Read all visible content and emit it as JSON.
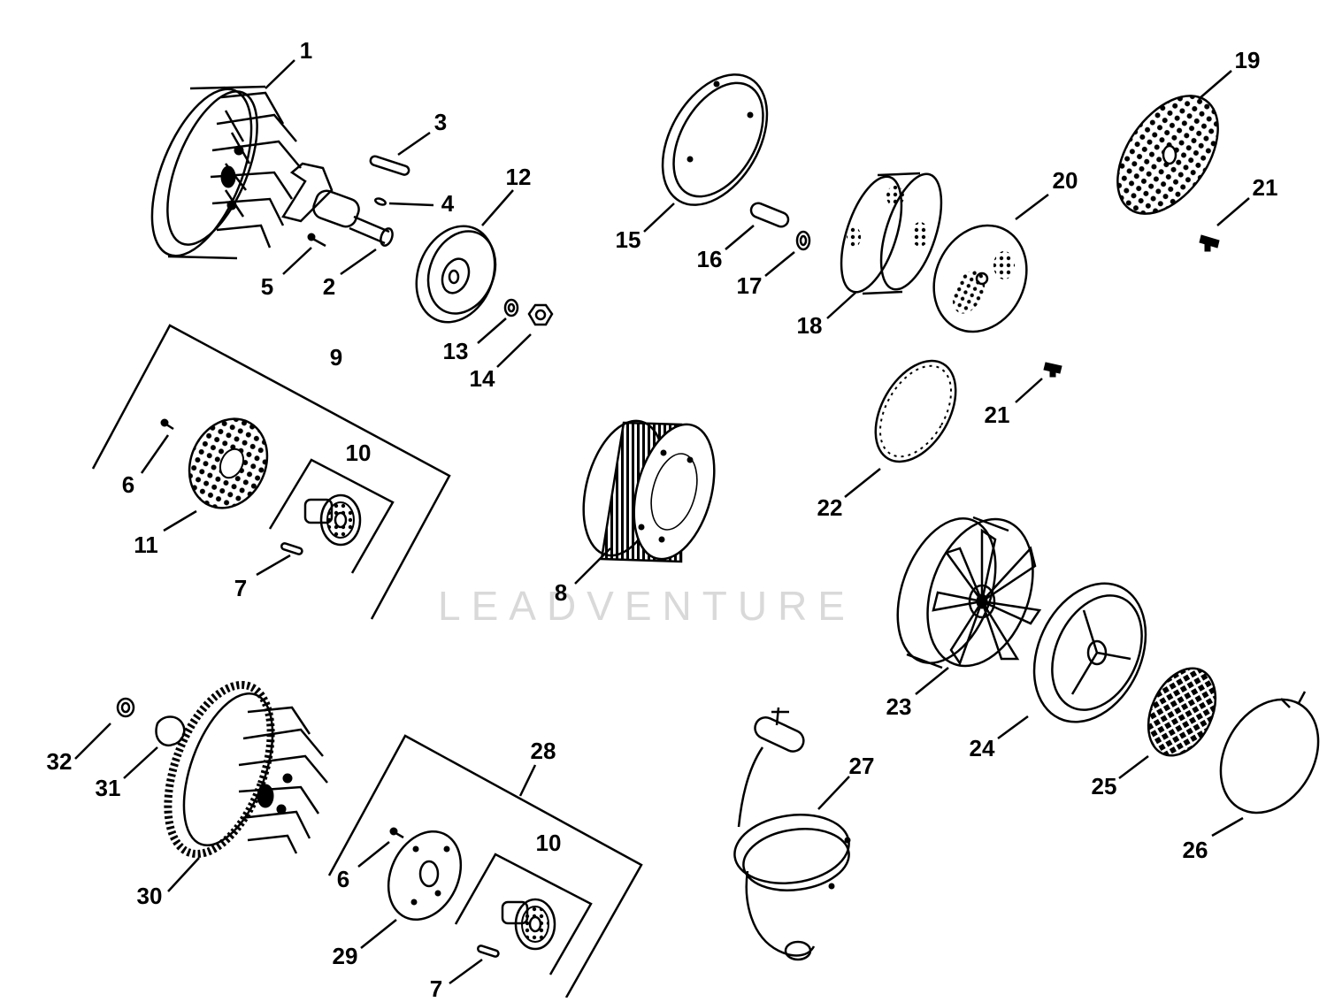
{
  "watermark": "LEADVENTURE",
  "labels": {
    "p1": "1",
    "p2": "2",
    "p3": "3",
    "p4": "4",
    "p5": "5",
    "p6a": "6",
    "p6b": "6",
    "p7a": "7",
    "p7b": "7",
    "p8": "8",
    "p9": "9",
    "p10a": "10",
    "p10b": "10",
    "p11": "11",
    "p12": "12",
    "p13": "13",
    "p14": "14",
    "p15": "15",
    "p16": "16",
    "p17": "17",
    "p18": "18",
    "p19": "19",
    "p20": "20",
    "p21a": "21",
    "p21b": "21",
    "p22": "22",
    "p23": "23",
    "p24": "24",
    "p25": "25",
    "p26": "26",
    "p27": "27",
    "p28": "28",
    "p29": "29",
    "p30": "30",
    "p31": "31",
    "p32": "32"
  }
}
